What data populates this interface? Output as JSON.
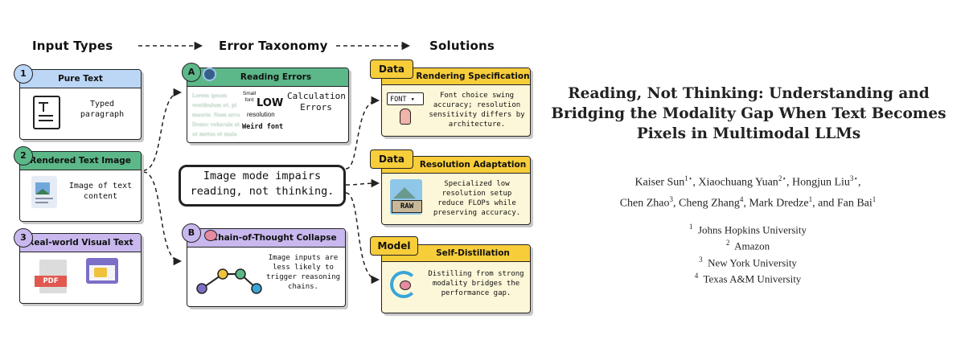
{
  "columns": {
    "input": "Input Types",
    "errors": "Error Taxonomy",
    "solutions": "Solutions"
  },
  "inputs": [
    {
      "num": "1",
      "title": "Pure Text",
      "desc": "Typed paragraph"
    },
    {
      "num": "2",
      "title": "Rendered Text Image",
      "desc": "Image of text content"
    },
    {
      "num": "3",
      "title": "Real-world Visual Text",
      "icon_label": "PDF"
    }
  ],
  "errors": {
    "reading": {
      "letter": "A",
      "title": "Reading Errors",
      "sample_lines": [
        "Lorem ipsum",
        "vestibulum et, pl",
        "mauris. Nam arcu",
        "Donec vehicula at",
        "ut metus et mala"
      ],
      "small_font": "Small font",
      "low": "LOW",
      "resolution": "resolution",
      "weird_font": "Weird font",
      "calc": "Calculation Errors"
    },
    "cot": {
      "letter": "B",
      "title": "Chain-of-Thought Collapse",
      "desc": "Image inputs are less likely to trigger reasoning chains."
    }
  },
  "callout": "Image mode impairs reading, not thinking.",
  "solutions": [
    {
      "tag": "Data",
      "title": "Rendering Specification",
      "desc": "Font choice swing accuracy; resolution sensitivity differs by architecture.",
      "icon_label": "FONT"
    },
    {
      "tag": "Data",
      "title": "Resolution Adaptation",
      "desc": "Specialized low resolution setup reduce FLOPs while preserving accuracy.",
      "icon_label": "RAW"
    },
    {
      "tag": "Model",
      "title": "Self-Distillation",
      "desc": "Distilling from strong modality bridges the performance gap."
    }
  ],
  "paper": {
    "title": "Reading, Not Thinking: Understanding and Bridging the Modality Gap When Text Becomes Pixels in Multimodal LLMs",
    "authors_line1": [
      {
        "name": "Kaiser Sun",
        "mark": "1⋆"
      },
      {
        "name": "Xiaochuang Yuan",
        "mark": "2⋆"
      },
      {
        "name": "Hongjun Liu",
        "mark": "3⋆"
      }
    ],
    "authors_line2": [
      {
        "name": "Chen Zhao",
        "mark": "3"
      },
      {
        "name": "Cheng Zhang",
        "mark": "4"
      },
      {
        "name": "Mark Dredze",
        "mark": "1"
      }
    ],
    "last_author": {
      "name": "Fan Bai",
      "mark": "1"
    },
    "conj": "and",
    "affiliations": [
      {
        "num": "1",
        "name": "Johns Hopkins University"
      },
      {
        "num": "2",
        "name": "Amazon"
      },
      {
        "num": "3",
        "name": "New York University"
      },
      {
        "num": "4",
        "name": "Texas A&M University"
      }
    ]
  },
  "colors": {
    "blue": "#bcd6f5",
    "green": "#5cb889",
    "purple": "#c8b8ee",
    "yellow": "#f7cd3a",
    "cream": "#fdf7d9"
  }
}
